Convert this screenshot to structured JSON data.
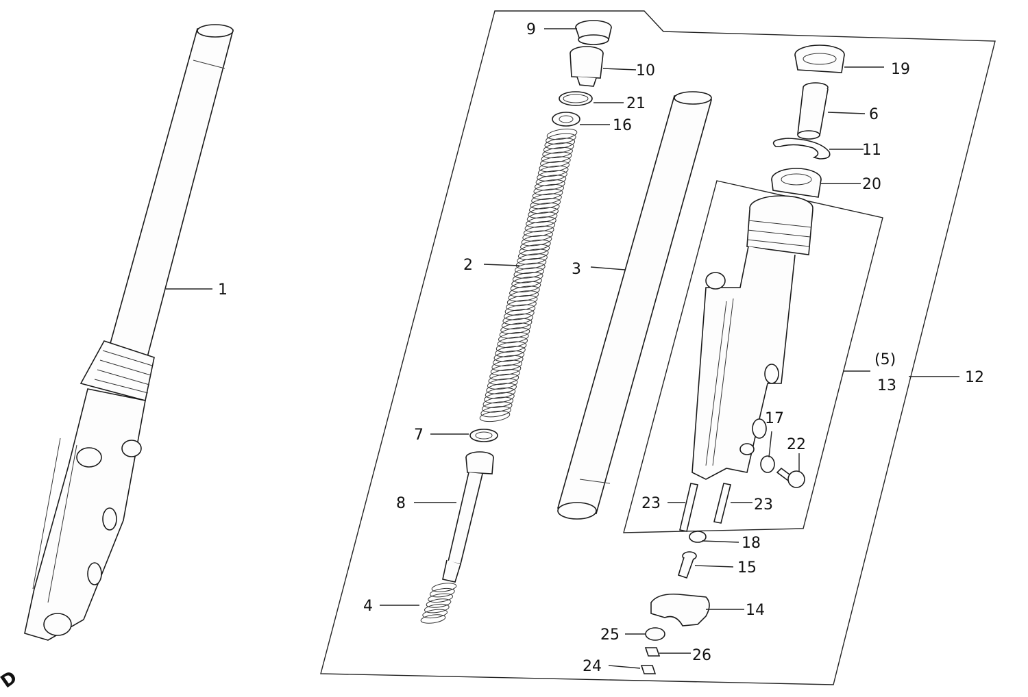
{
  "labels": {
    "l1": "1",
    "l2": "2",
    "l3": "3",
    "l4": "4",
    "l5": "(5)",
    "l6": "6",
    "l7": "7",
    "l8": "8",
    "l9": "9",
    "l10": "10",
    "l11": "11",
    "l12": "12",
    "l13": "13",
    "l14": "14",
    "l15": "15",
    "l16": "16",
    "l17": "17",
    "l18": "18",
    "l19": "19",
    "l20": "20",
    "l21": "21",
    "l22": "22",
    "l23a": "23",
    "l23b": "23",
    "l24": "24",
    "l25": "25",
    "l26": "26",
    "corner": "D"
  },
  "colors": {
    "ink": "#111111",
    "paper": "#ffffff"
  }
}
